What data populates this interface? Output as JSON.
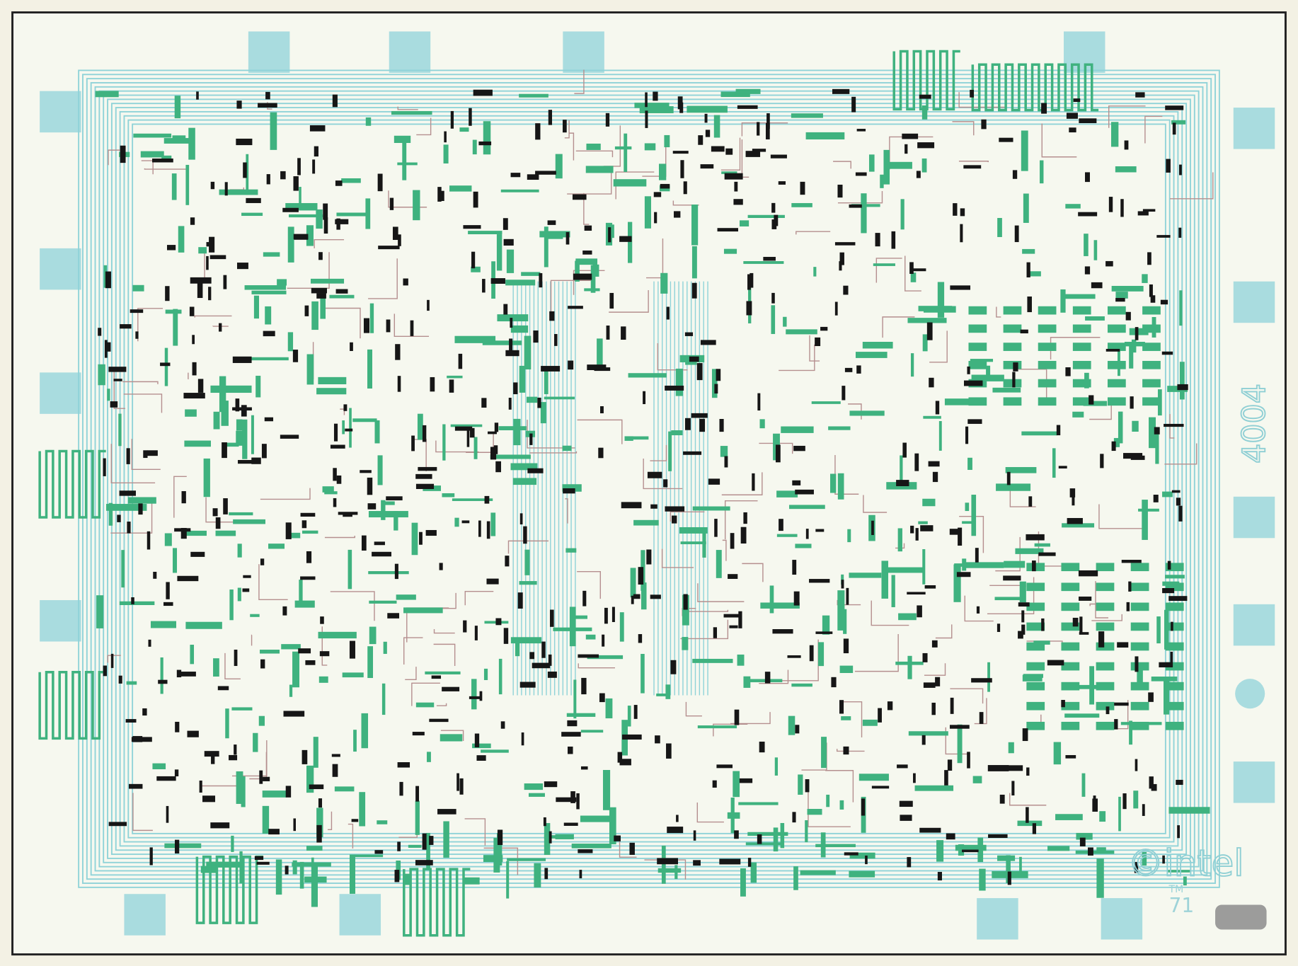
{
  "die": {
    "part_number": "4004",
    "logo": "©intel",
    "trademark": "TM",
    "year": "71"
  },
  "colors": {
    "background": "#f3f1e4",
    "frame": "#222222",
    "pad": "#a9dcdf",
    "metal": "#8fd3d8",
    "diffusion": "#3fb27f",
    "poly": "#b58f8f",
    "contact": "#161616",
    "label": "#8fcfd4"
  }
}
